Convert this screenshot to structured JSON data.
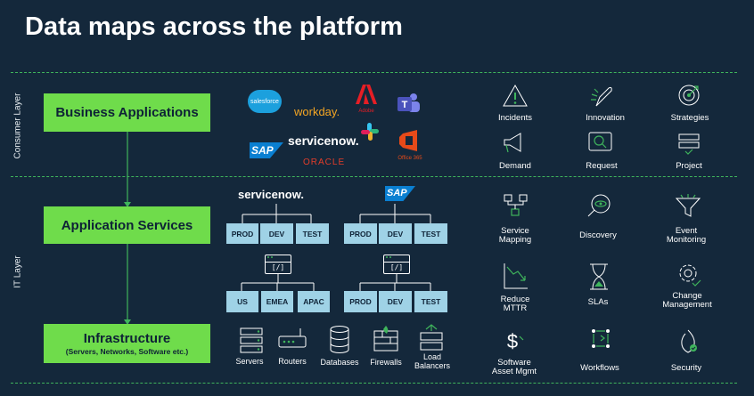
{
  "title": "Data maps across the platform",
  "layers": {
    "consumer": "Consumer Layer",
    "it": "IT Layer"
  },
  "boxes": {
    "business": "Business Applications",
    "application": "Application Services",
    "infrastructure": "Infrastructure",
    "infrastructure_sub": "(Servers, Networks, Software etc.)"
  },
  "vendor_logos": {
    "salesforce": "salesforce",
    "workday": "workday.",
    "adobe": "Adobe",
    "servicenow": "servicenow.",
    "sap": "SAP",
    "oracle": "ORACLE",
    "office365": "Office 365"
  },
  "app_services": {
    "left": {
      "logo": "servicenow.",
      "top": [
        "PROD",
        "DEV",
        "TEST"
      ],
      "bottom": [
        "US",
        "EMEA",
        "APAC"
      ]
    },
    "right": {
      "logo": "SAP",
      "top": [
        "PROD",
        "DEV",
        "TEST"
      ],
      "bottom": [
        "PROD",
        "DEV",
        "TEST"
      ]
    },
    "code_glyph": "[/]"
  },
  "infrastructure_items": [
    "Servers",
    "Routers",
    "Databases",
    "Firewalls",
    "Load Balancers"
  ],
  "consumer_features": [
    {
      "label": "Incidents",
      "icon": "warning-icon"
    },
    {
      "label": "Innovation",
      "icon": "rocket-icon"
    },
    {
      "label": "Strategies",
      "icon": "target-icon"
    },
    {
      "label": "Demand",
      "icon": "megaphone-icon"
    },
    {
      "label": "Request",
      "icon": "chat-search-icon"
    },
    {
      "label": "Project",
      "icon": "project-icon"
    }
  ],
  "it_features": [
    {
      "label": "Service Mapping",
      "icon": "hierarchy-icon"
    },
    {
      "label": "Discovery",
      "icon": "magnifier-eye-icon"
    },
    {
      "label": "Event Monitoring",
      "icon": "funnel-icon"
    },
    {
      "label": "Reduce MTTR",
      "icon": "chart-down-icon"
    },
    {
      "label": "SLAs",
      "icon": "hourglass-icon"
    },
    {
      "label": "Change Management",
      "icon": "gear-check-icon"
    },
    {
      "label": "Software Asset Mgmt",
      "icon": "dollar-icon"
    },
    {
      "label": "Workflows",
      "icon": "workflow-icon"
    },
    {
      "label": "Security",
      "icon": "shield-fire-icon"
    }
  ],
  "colors": {
    "background": "#14283b",
    "green": "#6fdc4b",
    "node": "#9fd2e6",
    "divider": "#3fb55c"
  }
}
